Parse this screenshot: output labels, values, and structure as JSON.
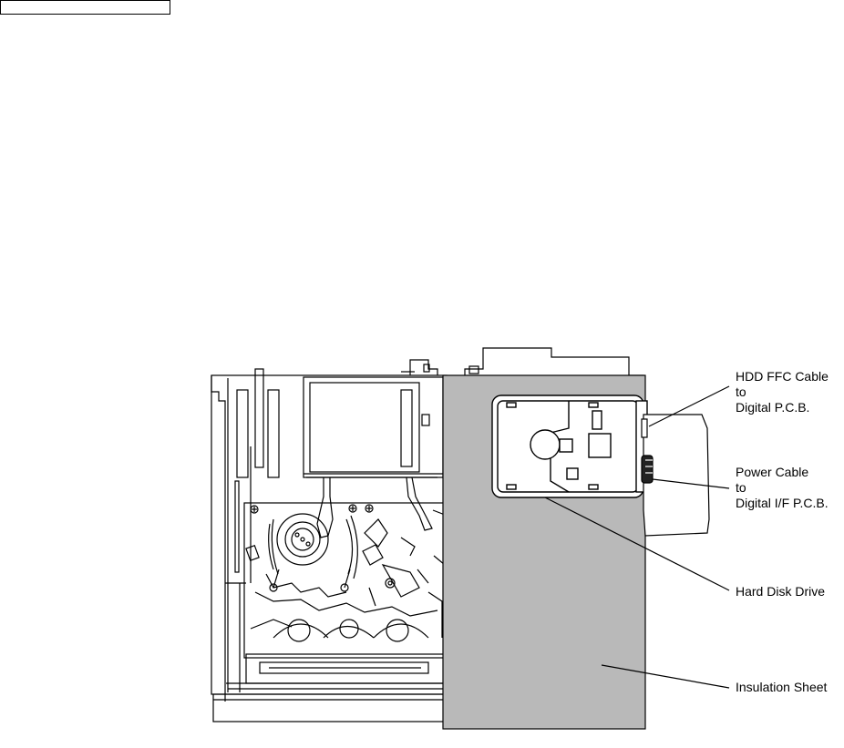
{
  "header_box": {
    "text": ""
  },
  "callouts": {
    "hdd_ffc_cable": {
      "line1": "HDD FFC Cable",
      "line2": "to",
      "line3": "Digital P.C.B."
    },
    "power_cable": {
      "line1": "Power Cable",
      "line2": "to",
      "line3": "Digital I/F P.C.B."
    },
    "hard_disk_drive": {
      "label": "Hard Disk Drive"
    },
    "insulation_sheet": {
      "label": "Insulation Sheet"
    }
  },
  "colors": {
    "sheet_fill": "#b9b9b9",
    "line": "#000000",
    "background": "#ffffff"
  }
}
